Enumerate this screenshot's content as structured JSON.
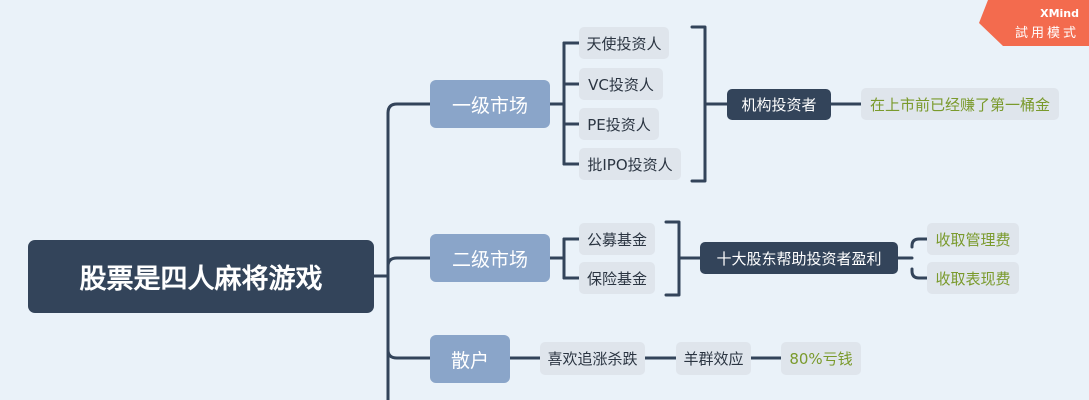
{
  "badge": {
    "brand": "XMind",
    "mode": "試用模式"
  },
  "root": {
    "label": "股票是四人麻将游戏"
  },
  "primary": {
    "label": "一级市场",
    "investors": [
      "天使投资人",
      "VC投资人",
      "PE投资人",
      "批IPO投资人"
    ],
    "group_label": "机构投资者",
    "note": "在上市前已经赚了第一桶金"
  },
  "secondary": {
    "label": "二级市场",
    "funds": [
      "公募基金",
      "保险基金"
    ],
    "group_label": "十大股东帮助投资者盈利",
    "fees": [
      "收取管理费",
      "收取表现费"
    ]
  },
  "retail": {
    "label": "散户",
    "behavior": "喜欢追涨杀跌",
    "effect": "羊群效应",
    "result": "80%亏钱"
  },
  "colors": {
    "background": "#eaf2f9",
    "root": "#33445a",
    "branch": "#8aa5c9",
    "leaf": "#dfe5ec",
    "note_text": "#7a9a2c",
    "badge": "#f36b4e",
    "line": "#33445a"
  }
}
